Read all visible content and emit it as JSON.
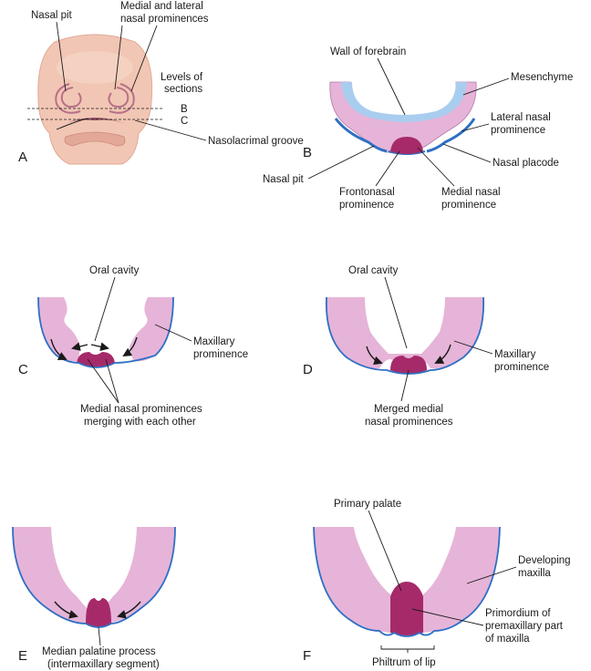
{
  "panels": {
    "a": "A",
    "b": "B",
    "c": "C",
    "d": "D",
    "e": "E",
    "f": "F"
  },
  "panel_a": {
    "nasal_pit": "Nasal pit",
    "medial_lateral_1": "Medial and lateral",
    "medial_lateral_2": "nasal prominences",
    "levels_1": "Levels of",
    "levels_2": "sections",
    "level_b": "B",
    "level_c": "C",
    "nasolacrimal_groove": "Nasolacrimal groove"
  },
  "panel_b": {
    "wall_of_forebrain": "Wall of forebrain",
    "mesenchyme": "Mesenchyme",
    "lateral_nasal_1": "Lateral nasal",
    "lateral_nasal_2": "prominence",
    "nasal_placode": "Nasal placode",
    "nasal_pit": "Nasal pit",
    "frontonasal_1": "Frontonasal",
    "frontonasal_2": "prominence",
    "medial_nasal_1": "Medial nasal",
    "medial_nasal_2": "prominence"
  },
  "panel_c": {
    "oral_cavity": "Oral cavity",
    "maxillary_1": "Maxillary",
    "maxillary_2": "prominence",
    "merging_1": "Medial nasal prominences",
    "merging_2": "merging with each other"
  },
  "panel_d": {
    "oral_cavity": "Oral cavity",
    "maxillary_1": "Maxillary",
    "maxillary_2": "prominence",
    "merged_1": "Merged medial",
    "merged_2": "nasal prominences"
  },
  "panel_e": {
    "median_palatine_1": "Median palatine process",
    "median_palatine_2": "(intermaxillary segment)"
  },
  "panel_f": {
    "primary_palate": "Primary palate",
    "developing_1": "Developing",
    "developing_2": "maxilla",
    "primordium_1": "Primordium of",
    "primordium_2": "premaxillary part",
    "primordium_3": "of maxilla",
    "philtrum": "Philtrum of lip"
  },
  "colors": {
    "tissue": "#e6b4d8",
    "tissue_stroke": "#b27ca6",
    "merged": "#a62a6a",
    "epithelium": "#2f6fc4",
    "forebrain": "#a9cdee",
    "embryo_skin": "#f2c6b4",
    "embryo_shadow": "#d89c8e"
  }
}
